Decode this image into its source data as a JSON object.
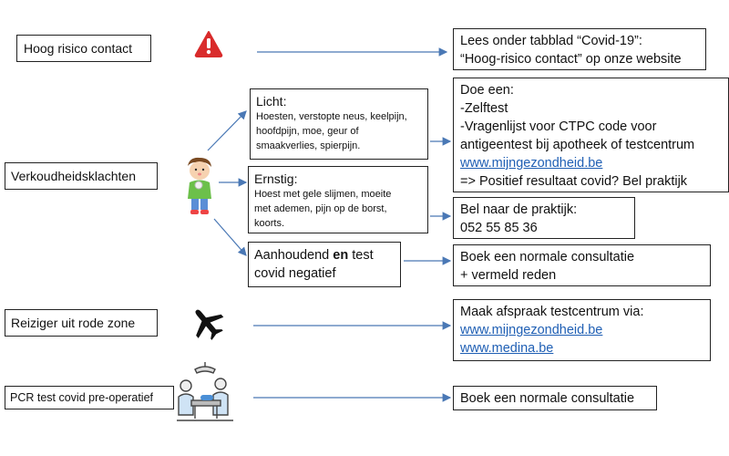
{
  "left": {
    "high_risk": "Hoog risico contact",
    "cold": "Verkoudheidsklachten",
    "traveler": "Reiziger uit rode zone",
    "pcr": "PCR test covid pre-operatief"
  },
  "middle": {
    "light_title": "Licht:",
    "light_lines": [
      "Hoesten, verstopte neus, keelpijn,",
      "hoofdpijn, moe, geur of",
      "smaakverlies, spierpijn."
    ],
    "severe_title": "Ernstig:",
    "severe_lines": [
      "Hoest met gele slijmen, moeite",
      "met ademen, pijn op de borst,",
      "koorts."
    ],
    "persist_pre": "Aanhoudend ",
    "persist_bold": "en",
    "persist_post": " test",
    "persist_line2": "covid negatief"
  },
  "right": {
    "high_risk_lines": [
      "Lees onder tabblad “Covid-19”:",
      "“Hoog-risico contact” op onze website"
    ],
    "light_lines": [
      "Doe een:",
      "-Zelftest",
      "-Vragenlijst voor CTPC code voor",
      "antigeentest bij apotheek of testcentrum"
    ],
    "light_link": "www.mijngezondheid.be",
    "light_last": "=> Positief resultaat covid? Bel praktijk",
    "severe_lines": [
      "Bel naar de praktijk:",
      "052 55 85 36"
    ],
    "persist_lines": [
      "Boek een normale consultatie",
      "+ vermeld reden"
    ],
    "traveler_line": "Maak afspraak testcentrum via:",
    "traveler_links": [
      "www.mijngezondheid.be",
      "www.medina.be"
    ],
    "pcr_line": "Boek een normale consultatie"
  },
  "colors": {
    "arrow": "#4a78b5",
    "warning": "#d92b2b",
    "link": "#1f5fb4"
  },
  "icons": [
    "warning-icon",
    "sick-child-icon",
    "airplane-icon",
    "surgery-icon"
  ]
}
